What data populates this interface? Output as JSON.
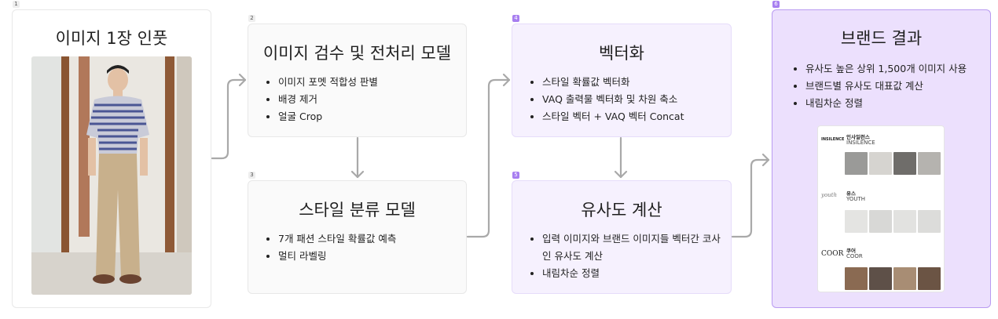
{
  "steps": [
    {
      "num": "1",
      "title": "이미지 1장 인풋"
    },
    {
      "num": "2",
      "title": "이미지 검수 및 전처리 모델",
      "items": [
        "이미지 포멧 적합성 판별",
        "배경 제거",
        "얼굴 Crop"
      ]
    },
    {
      "num": "3",
      "title": "스타일 분류 모델",
      "items": [
        "7개 패션 스타일 확률값 예측",
        "멀티 라벨링"
      ]
    },
    {
      "num": "4",
      "title": "벡터화",
      "items": [
        "스타일 확률값 벡터화",
        "VAQ 출력물 벡터화 및 차원 축소",
        "스타일 벡터 + VAQ 벡터 Concat"
      ]
    },
    {
      "num": "5",
      "title": "유사도 계산",
      "items": [
        "입력 이미지와 브랜드 이미지들 벡터간 코사인 유사도 계산",
        "내림차순 정렬"
      ]
    },
    {
      "num": "6",
      "title": "브랜드 결과",
      "items": [
        "유사도 높은 상위 1,500개 이미지 사용",
        "브랜드별 유사도 대표값 계산",
        "내림차순 정렬"
      ]
    }
  ],
  "brands": [
    {
      "logo": "INSILENCE",
      "name": "인사일런스",
      "name_en": "INSILENCE"
    },
    {
      "logo": "youth",
      "name": "유스",
      "name_en": "YOUTH"
    },
    {
      "logo": "COOR",
      "name": "쿠어",
      "name_en": "COOR"
    }
  ],
  "colors": {
    "accent": "#a77ef0",
    "brand_bg": "#ece0fd",
    "arrow": "#a9a9a9"
  }
}
